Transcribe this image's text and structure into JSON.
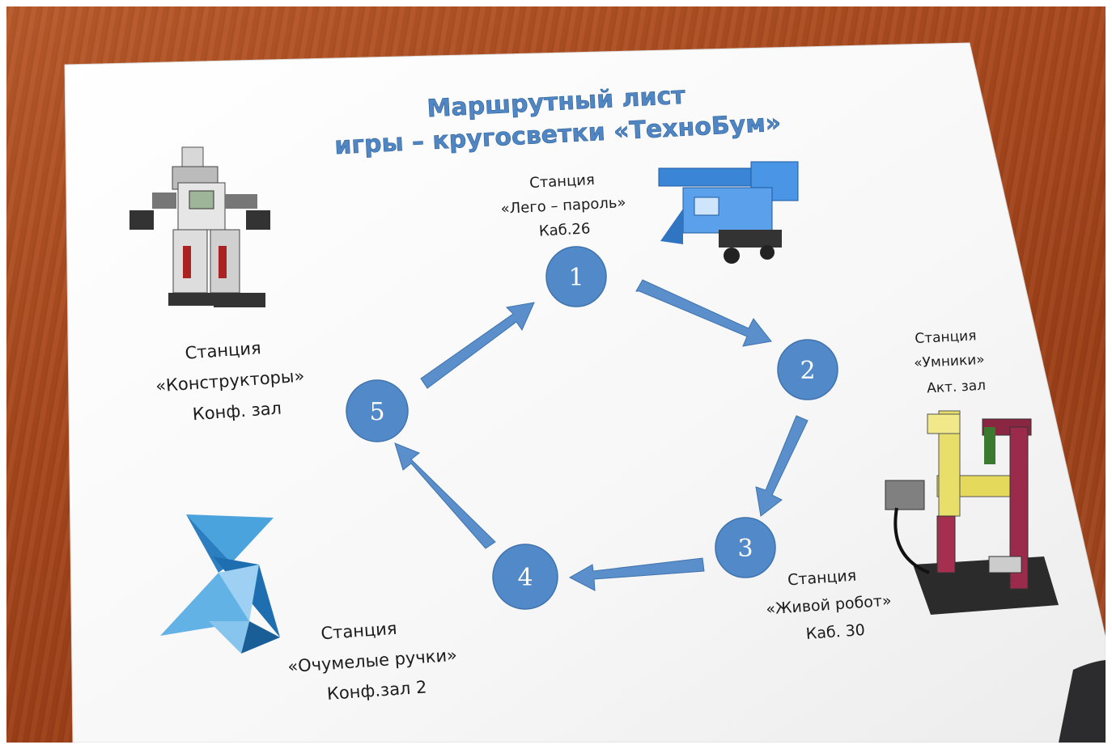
{
  "title": {
    "line1": "Маршрутный лист",
    "line2": "игры – кругосветки «ТехноБум»"
  },
  "stations": [
    {
      "number": "1",
      "label": "Станция",
      "name": "«Лего – пароль»",
      "room": "Каб.26"
    },
    {
      "number": "2",
      "label": "Станция",
      "name": "«Умники»",
      "room": "Акт. зал"
    },
    {
      "number": "3",
      "label": "Станция",
      "name": "«Живой робот»",
      "room": "Каб. 30"
    },
    {
      "number": "4",
      "label": "Станция",
      "name": "«Очумелые ручки»",
      "room": "Конф.зал 2"
    },
    {
      "number": "5",
      "label": "Станция",
      "name": "«Конструкторы»",
      "room": "Конф. зал"
    }
  ],
  "colors": {
    "circle": "#5289c9",
    "title": "#4f86c3",
    "table": "#a9491f",
    "paper": "#fbfbfb"
  },
  "icons": [
    "robot-image",
    "lego-plane-image",
    "lego-giraffe-image",
    "origami-bird-logo"
  ]
}
